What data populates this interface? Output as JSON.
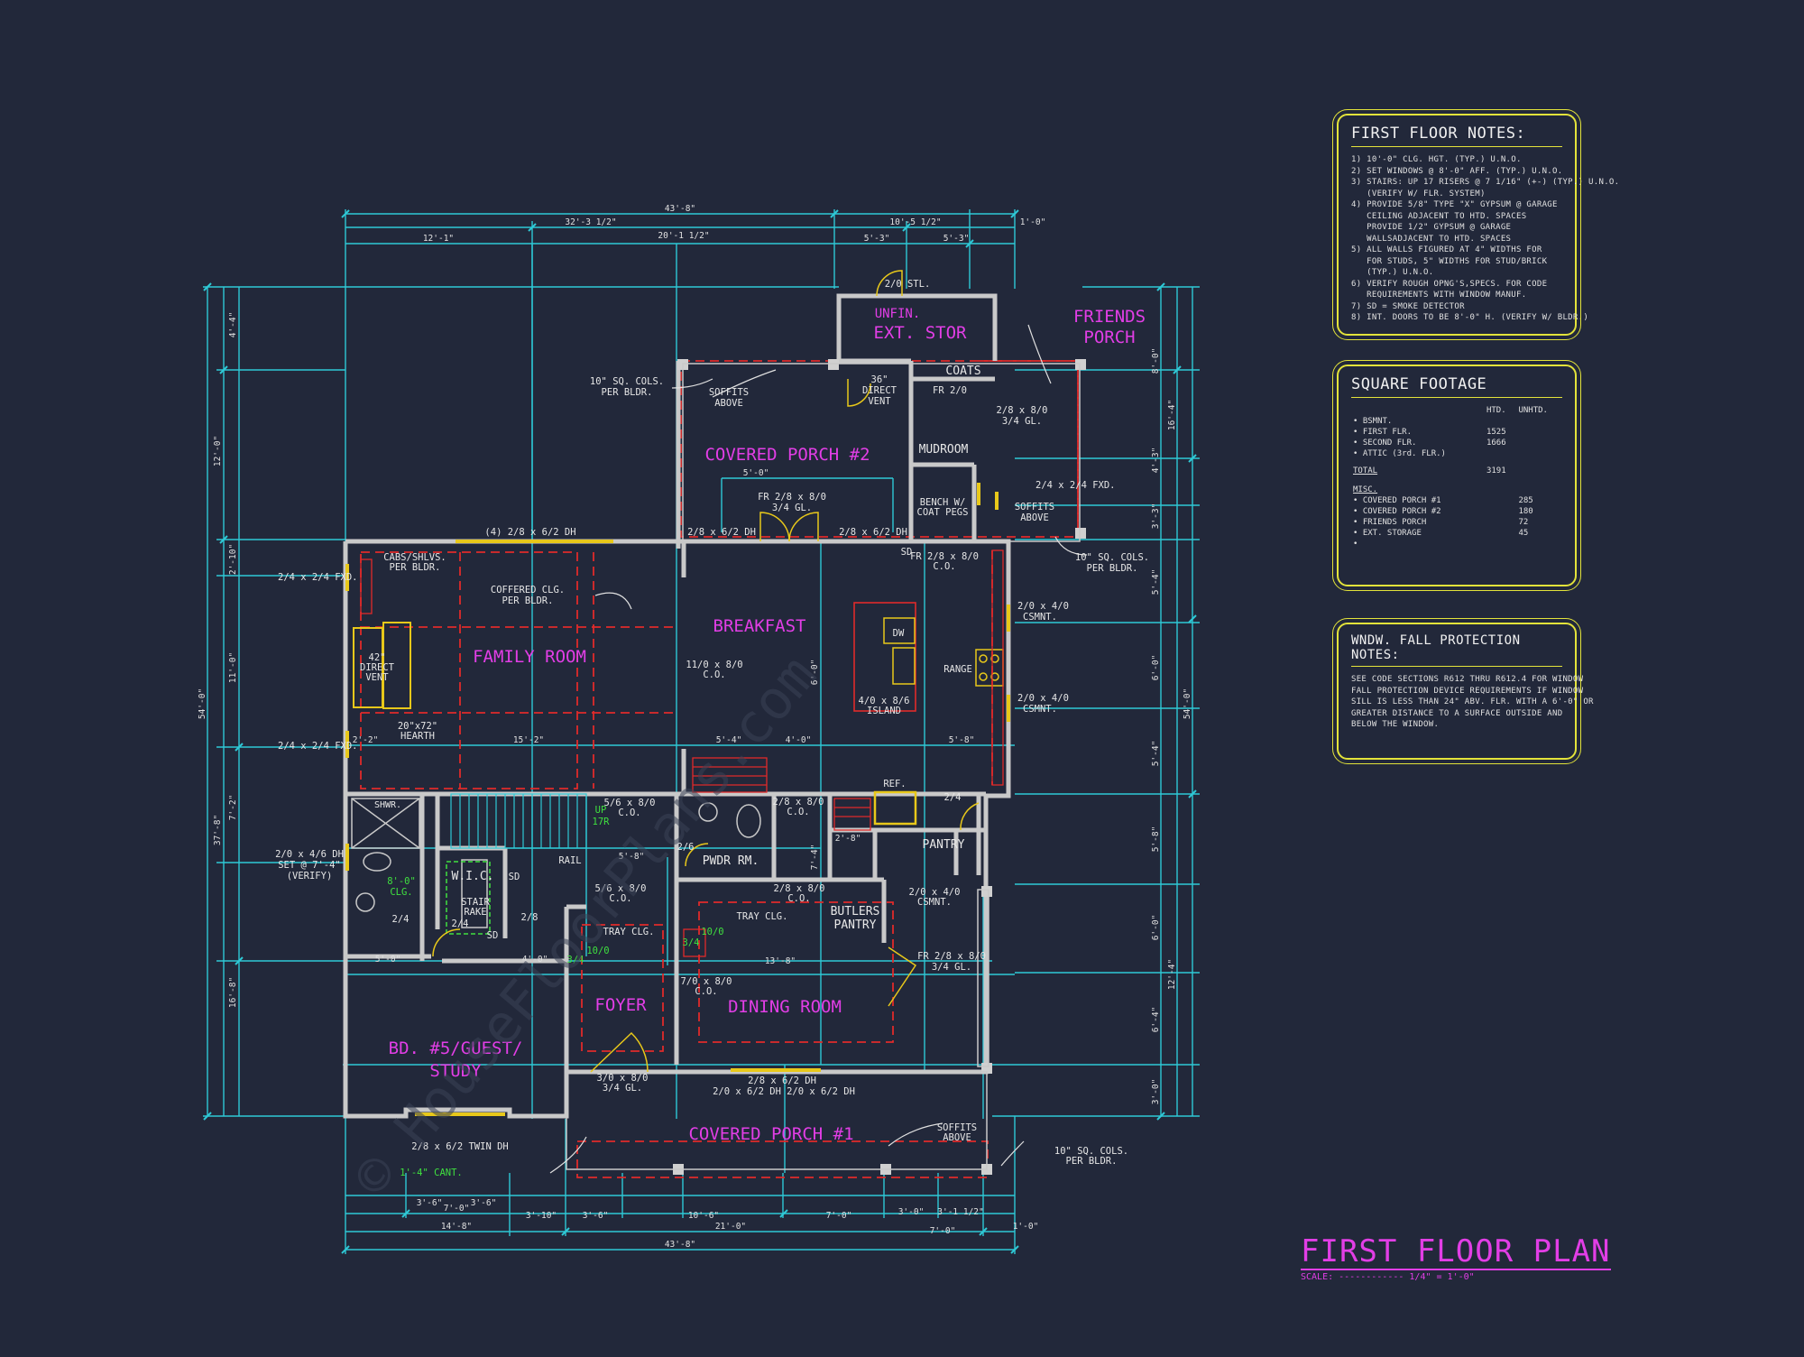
{
  "rooms": {
    "unfin_ext_stor_1": "UNFIN.",
    "unfin_ext_stor_2": "EXT. STOR",
    "friends_porch_1": "FRIENDS",
    "friends_porch_2": "PORCH",
    "covered_porch_2": "COVERED PORCH #2",
    "mudroom": "MUDROOM",
    "coats": "COATS",
    "breakfast": "BREAKFAST",
    "family_room": "FAMILY ROOM",
    "pwdr_rm": "PWDR RM.",
    "pantry": "PANTRY",
    "butlers_pantry_1": "BUTLERS",
    "butlers_pantry_2": "PANTRY",
    "foyer": "FOYER",
    "dining_room": "DINING ROOM",
    "bd5_1": "BD. #5/GUEST/",
    "bd5_2": "STUDY",
    "covered_porch_1": "COVERED PORCH #1",
    "wic": "W.I.C.",
    "shwr": "SHWR."
  },
  "labels": {
    "l01": "10\" SQ. COLS.",
    "l02": "PER BLDR.",
    "l03": "SOFFITS",
    "l04": "ABOVE",
    "l05": "36\"",
    "l06": "DIRECT",
    "l07": "VENT",
    "l08": "FR 2/0",
    "l09": "2/8 x 8/0",
    "l10": "3/4 GL.",
    "l11": "2/4 x 2/4 FXD.",
    "l12": "BENCH W/",
    "l13": "COAT PEGS",
    "l14": "FR 2/8 x 8/0",
    "l15": "(4) 2/8 x 6/2 DH",
    "l16": "2/8 x 6/2 DH",
    "l17": "CABS/SHLVS.",
    "l18": "COFFERED CLG.",
    "l19": "2/4 x 2/4 FXD.",
    "l20": "42\"",
    "l21": "20\"x72\"",
    "l22": "HEARTH",
    "l23": "11/0 x 8/0",
    "l24": "C.O.",
    "l25": "DW",
    "l26": "RANGE",
    "l27": "4/0 x 8/6",
    "l28": "ISLAND",
    "l29": "2/0 x 4/0",
    "l30": "CSMNT.",
    "l31": "REF.",
    "l32": "2/4",
    "l33": "5/6 x 8/0",
    "l34": "UP",
    "l35": "17R",
    "l36": "RAIL",
    "l37": "2/6",
    "l38": "2/0 x 4/6 DH",
    "l39": "SET @ 7'-4\"",
    "l40": "(VERIFY)",
    "l41": "8'-0\"",
    "l42": "CLG.",
    "l43": "STAIR",
    "l44": "RAKE",
    "l45": "SD",
    "l46": "2/8",
    "l47": "TRAY CLG.",
    "l48": "10/0",
    "l49": "3/4",
    "l50": "7/0 x 8/0",
    "l51": "3/0 x 8/0",
    "l52": "2/0 x 6/2 DH",
    "l53": "2/8 x 6/2 TWIN DH",
    "l54": "1'-4\" CANT.",
    "l55": "2/0 STL."
  },
  "dims": {
    "top_overall": "43'-8\"",
    "top_a": "32'-3 1/2\"",
    "top_b": "10'-5 1/2\"",
    "top_c": "1'-0\"",
    "top_d": "12'-1\"",
    "top_e": "20'-1 1/2\"",
    "top_f": "5'-3\"",
    "top_g": "5'-3\"",
    "bot_overall": "43'-8\"",
    "bot_a": "14'-8\"",
    "bot_b": "21'-0\"",
    "bot_c": "7'-0\"",
    "bot_d": "3'-6\"",
    "bot_e": "7'-0\"",
    "bot_f": "3'-6\"",
    "bot_g": "3'-10\"",
    "bot_h": "3'-6\"",
    "bot_i": "10'-6\"",
    "bot_j": "7'-0\"",
    "bot_k": "3'-0\"",
    "bot_l": "3'-1 1/2\"",
    "bot_m": "1'-0\"",
    "left_overall": "54'-0\"",
    "left_a": "12'-0\"",
    "left_b": "37'-8\"",
    "left_c": "4'-4\"",
    "left_d": "2'-10\"",
    "left_e": "11'-0\"",
    "left_f": "7'-2\"",
    "left_g": "16'-8\"",
    "right_overall": "54'-0\"",
    "right_a": "8'-0\"",
    "right_b": "16'-4\"",
    "right_c": "4'-3\"",
    "right_d": "3'-3\"",
    "right_e": "5'-4\"",
    "right_f": "6'-0\"",
    "right_g": "5'-4\"",
    "right_h": "5'-8\"",
    "right_i": "6'-0\"",
    "right_j": "6'-4\"",
    "right_k": "3'-0\"",
    "right_l": "12'-4\"",
    "int_a": "5'-0\"",
    "int_b": "4'-0\"",
    "int_c": "2'-2\"",
    "int_d": "15'-2\"",
    "int_e": "5'-4\"",
    "int_f": "4'-0\"",
    "int_g": "5'-8\"",
    "int_h": "6'-0\"",
    "int_i": "13'-8\"",
    "int_j": "7'-4\"",
    "int_k": "5'-0\"",
    "int_l": "4'-0\"",
    "int_m": "5'-8\"",
    "int_n": "2'-8\""
  },
  "first_floor_notes": {
    "title": "FIRST FLOOR NOTES:",
    "items": [
      "1) 10'-0\" CLG. HGT. (TYP.) U.N.O.",
      "2) SET WINDOWS @ 8'-0\" AFF. (TYP.) U.N.O.",
      "3) STAIRS: UP 17 RISERS @ 7 1/16\" (+-) (TYP.) U.N.O.",
      "   (VERIFY W/ FLR. SYSTEM)",
      "4) PROVIDE 5/8\" TYPE \"X\" GYPSUM @ GARAGE",
      "   CEILING ADJACENT TO HTD. SPACES",
      "   PROVIDE 1/2\" GYPSUM @ GARAGE",
      "   WALLSADJACENT TO HTD. SPACES",
      "5) ALL WALLS FIGURED AT 4\" WIDTHS FOR",
      "   FOR STUDS, 5\" WIDTHS FOR STUD/BRICK",
      "   (TYP.) U.N.O.",
      "6) VERIFY ROUGH OPNG'S,SPECS. FOR CODE",
      "   REQUIREMENTS WITH WINDOW MANUF.",
      "7) SD = SMOKE DETECTOR",
      "8) INT. DOORS TO BE 8'-0\" H. (VERIFY W/ BLDR.)"
    ]
  },
  "square_footage": {
    "title": "SQUARE FOOTAGE",
    "col_htd": "HTD.",
    "col_unhtd": "UNHTD.",
    "rows": [
      {
        "label": "• BSMNT.",
        "htd": "",
        "unhtd": ""
      },
      {
        "label": "• FIRST FLR.",
        "htd": "1525",
        "unhtd": ""
      },
      {
        "label": "• SECOND FLR.",
        "htd": "1666",
        "unhtd": ""
      },
      {
        "label": "• ATTIC (3rd. FLR.)",
        "htd": "",
        "unhtd": ""
      }
    ],
    "total_label": "TOTAL",
    "total_value": "3191",
    "misc_label": "MISC.",
    "misc_rows": [
      {
        "label": "• COVERED PORCH #1",
        "value": "285"
      },
      {
        "label": "• COVERED PORCH #2",
        "value": "180"
      },
      {
        "label": "• FRIENDS PORCH",
        "value": "72"
      },
      {
        "label": "• EXT. STORAGE",
        "value": "45"
      },
      {
        "label": "•",
        "value": ""
      }
    ]
  },
  "window_notes": {
    "title": "WNDW. FALL PROTECTION NOTES:",
    "items": [
      "SEE CODE SECTIONS R612 THRU R612.4 FOR WINDOW",
      "FALL PROTECTION DEVICE REQUIREMENTS IF WINDOW",
      "SILL IS LESS THAN 24\" ABV. FLR. WITH A 6'-0\" OR",
      "GREATER DISTANCE TO A SURFACE OUTSIDE AND",
      "BELOW THE WINDOW."
    ]
  },
  "title_block": {
    "title": "FIRST FLOOR PLAN",
    "scale": "SCALE: ------------ 1/4\" = 1'-0\""
  },
  "colors": {
    "background": "#22283a",
    "dimension": "#2ec9d6",
    "wall": "#c9c9c9",
    "room_label": "#e23ee6",
    "note_box": "#e3e33a",
    "accent_green": "#3fe03f",
    "accent_red": "#e02a2a",
    "accent_yellow": "#e8c81a"
  }
}
